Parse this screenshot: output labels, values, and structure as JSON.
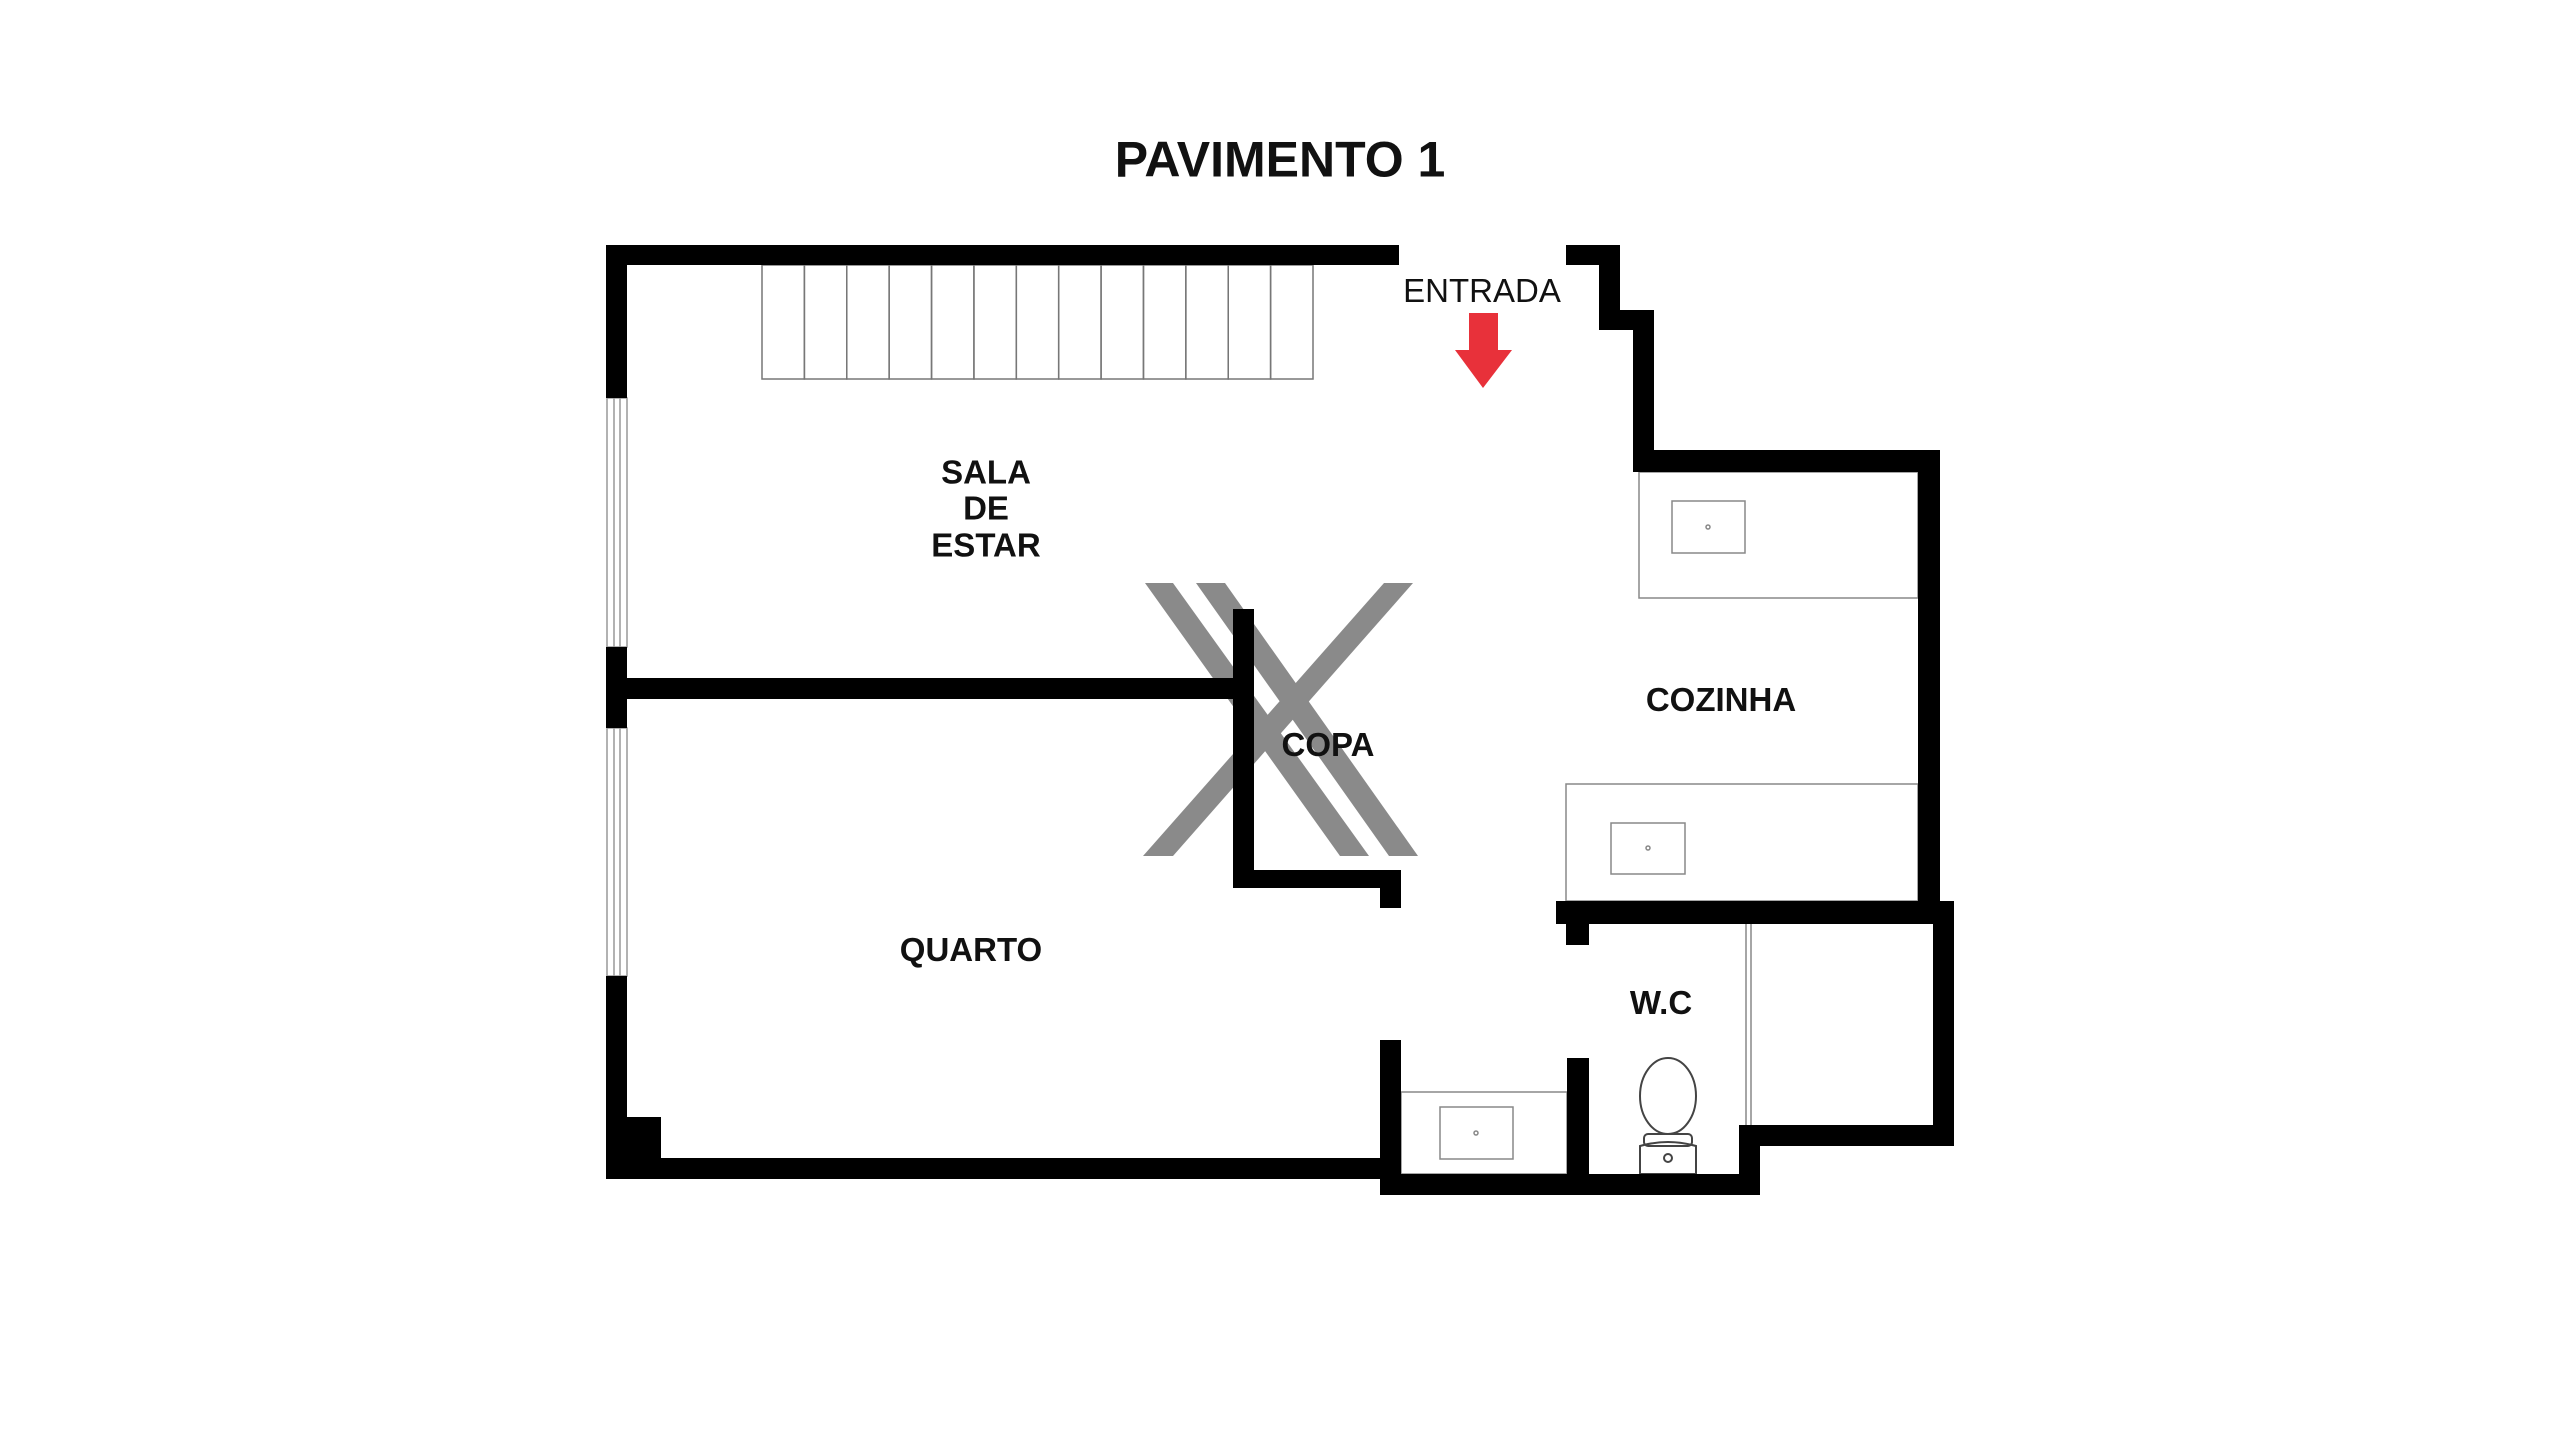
{
  "title": "PAVIMENTO 1",
  "rooms": {
    "entrada": "ENTRADA",
    "sala": [
      "SALA",
      "DE",
      "ESTAR"
    ],
    "cozinha": "COZINHA",
    "copa": "COPA",
    "quarto": "QUARTO",
    "wc": "W.C"
  },
  "colors": {
    "wall": "#000000",
    "arrow": "#e8313a",
    "void_x": "#8a8a8a",
    "fixture": "#777777"
  }
}
